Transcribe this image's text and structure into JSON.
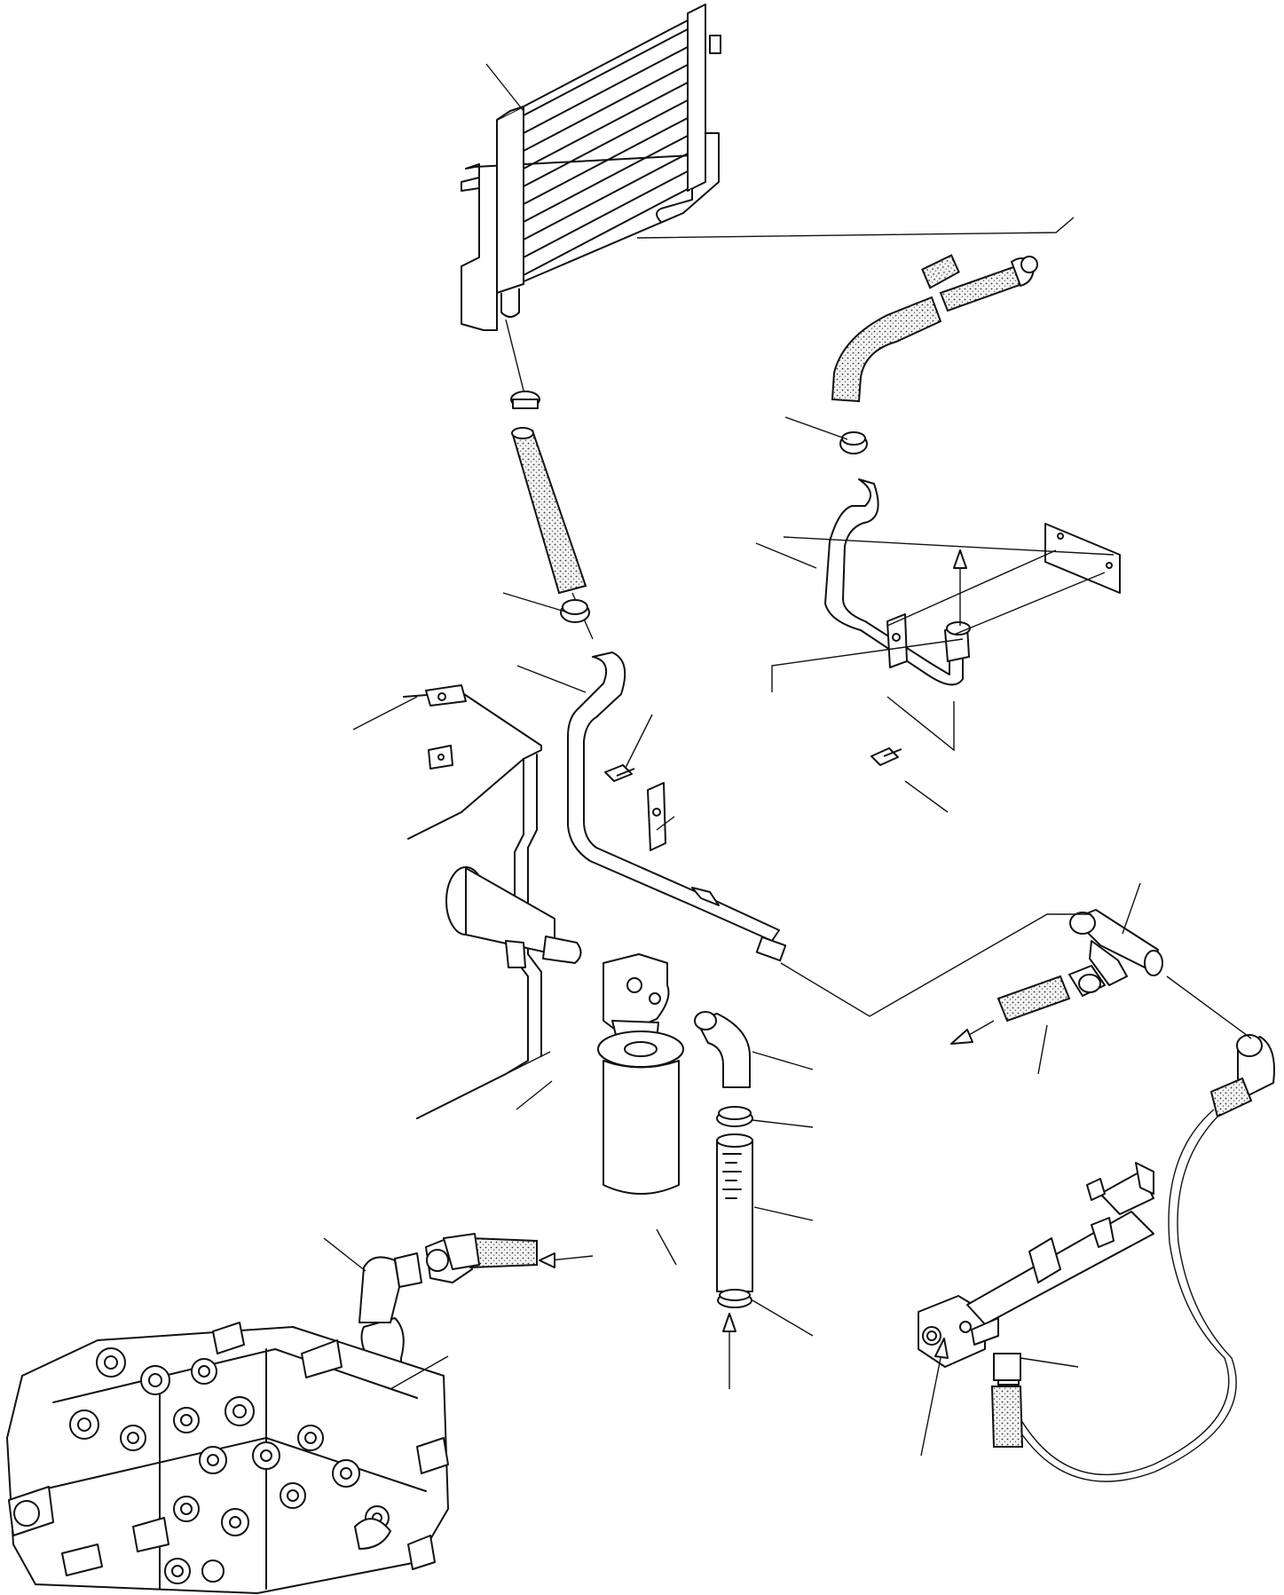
{
  "diagram": {
    "kind": "exploded parts diagram",
    "callouts_unlabeled": true,
    "parts": [
      "oil-cooler",
      "cooler-inlet-hose",
      "cooler-outlet-hose",
      "hose-clamp",
      "return-tube",
      "supply-tube",
      "bracket",
      "mounting-bolt",
      "hydraulic-tank",
      "tank-outlet-fitting",
      "filter-head",
      "filter-cartridge",
      "elbow-fitting",
      "suction-hose",
      "tee-fitting",
      "hydraulic-hose",
      "relief-valve-manifold",
      "control-valve",
      "o-ring"
    ],
    "colors": {
      "line": "#111111",
      "background": "#ffffff",
      "hose_fill": "#f2f2f2"
    }
  }
}
